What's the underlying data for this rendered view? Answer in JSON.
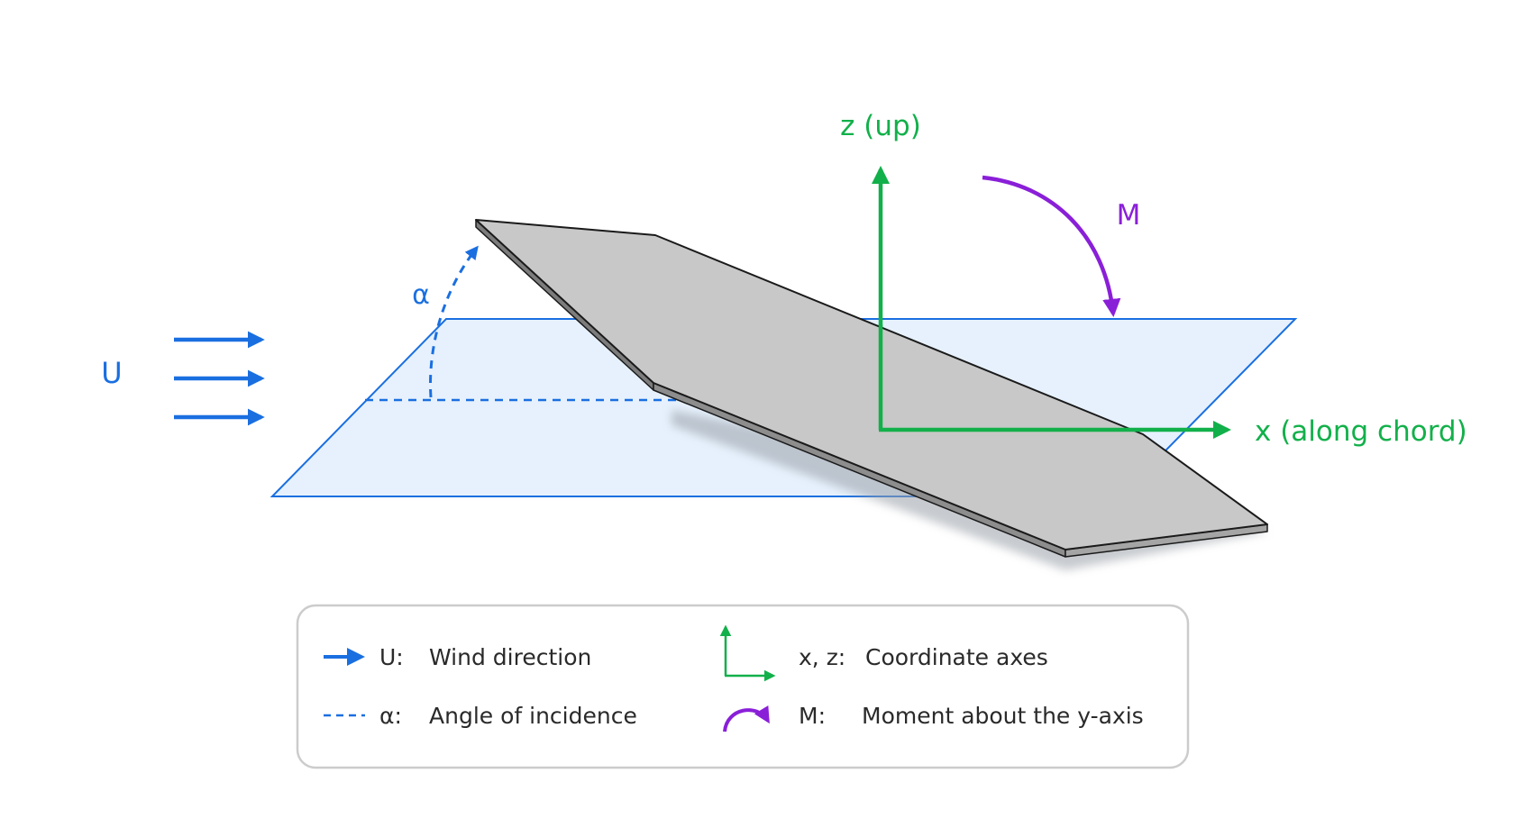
{
  "colors": {
    "wind": "#1a6fe0",
    "axes": "#12b04a",
    "moment": "#8a1fd8",
    "plane_fill": "#e6f1fd",
    "plane_stroke": "#1a6fe0",
    "plate_fill": "#c8c8c8",
    "plate_edge": "#8d8d8d",
    "legend_border": "#cccccc",
    "legend_text": "#2a2a2a"
  },
  "labels": {
    "wind": "U",
    "angle": "α",
    "z_axis": "z (up)",
    "x_axis": "x (along chord)",
    "moment": "M"
  },
  "legend": {
    "items": [
      {
        "icon": "arrow-right-icon",
        "symbol": "U:",
        "text": "Wind direction"
      },
      {
        "icon": "dashed-line-icon",
        "symbol": "α:",
        "text": "Angle of incidence"
      },
      {
        "icon": "axes-icon",
        "symbol": "x, z:",
        "text": "Coordinate axes"
      },
      {
        "icon": "curved-arrow-icon",
        "symbol": "M:",
        "text": "Moment about the y-axis"
      }
    ]
  }
}
